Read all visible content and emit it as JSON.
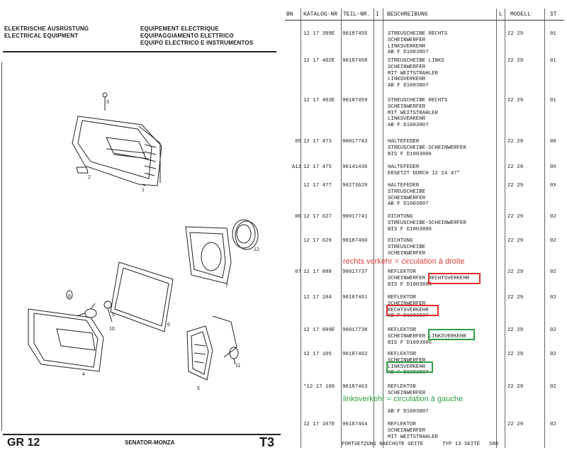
{
  "header": {
    "left_lines": [
      "ELEKTRISCHE AUSRÜSTUNG",
      "ELECTRICAL EQUIPMENT"
    ],
    "right_lines": [
      "EQUIPEMENT ELECTRIQUE",
      "EQUIPAGGIAMENTO ELETTRICO",
      "EQUIPO ELECTRICO E INSTRUMENTOS"
    ]
  },
  "drawing": {
    "callouts": [
      "1",
      "2",
      "3",
      "4",
      "5",
      "6",
      "7",
      "8",
      "9",
      "10",
      "11",
      "12"
    ]
  },
  "footer": {
    "group": "GR 12",
    "model": "SENATOR-MONZA",
    "page": "T3",
    "continued": "FORTSETZUNG NAECHSTE SEITE",
    "typ": "TYP 13 SEITE",
    "seite_num": "580"
  },
  "table": {
    "columns": {
      "bn": "BN",
      "katalog": "KATALOG-NR",
      "teil": "TEIL-NR.",
      "i": "I",
      "desc": "BESCHREIBUNG",
      "l": "L",
      "modell": "MODELL",
      "st": "ST"
    },
    "rows": [
      {
        "bn": "",
        "kat": "12 17 399E",
        "teil": "90187455",
        "desc": [
          "STREUSCHEIBE RECHTS",
          "SCHEINWERFER",
          "LINKSVERKEHR",
          "AB F D1003807"
        ],
        "mod": "22 29",
        "st": "01"
      },
      {
        "bn": "",
        "kat": "12 17 402E",
        "teil": "90187458",
        "desc": [
          "STREUSCHEIBE LINKS",
          "SCHEINWERFER",
          "MIT WEITSTRAHLER",
          "LINKSVERKEHR",
          "AB F D1003807"
        ],
        "mod": "22 29",
        "st": "01"
      },
      {
        "bn": "",
        "kat": "12 17 403E",
        "teil": "90187459",
        "desc": [
          "STREUSCHEIBE RECHTS",
          "SCHEINWERFER",
          "MIT WEITSTRAHLER",
          "LINKSVERKEHR",
          "AB F D1003807"
        ],
        "mod": "22 29",
        "st": "01"
      },
      {
        "bn": "05",
        "kat": "12 17 473",
        "teil": "90017743",
        "desc": [
          "HALTEFEDER",
          "STREUSCHEIBE-SCHEINWERFER",
          "BIS F D1003806"
        ],
        "mod": "22 29",
        "st": "06"
      },
      {
        "bn": "A12",
        "kat": "12 17 475",
        "teil": "90141436",
        "desc": [
          "HALTEFEDER",
          "ERSETZT DURCH 12 14 47\""
        ],
        "mod": "22 29",
        "st": "0X"
      },
      {
        "bn": "",
        "kat": "12 17 477",
        "teil": "90273629",
        "desc": [
          "HALTEFEDER",
          "STREUSCHEIBE",
          "SCHEINWERFER",
          "AB F D1003807"
        ],
        "mod": "22 29",
        "st": "0X"
      },
      {
        "bn": "06",
        "kat": "12 17 627",
        "teil": "90017741",
        "desc": [
          "DICHTUNG",
          "STREUSCHEIBE-SCHEINWERFER",
          "BIS F D1003806"
        ],
        "mod": "22 29",
        "st": "02"
      },
      {
        "bn": "",
        "kat": "12 17 629",
        "teil": "90187460",
        "desc": [
          "DICHTUNG",
          "STREUSCHEIBE",
          "SCHEINWERFER"
        ],
        "mod": "22 29",
        "st": "02"
      },
      {
        "bn": "07",
        "kat": "12 17 098",
        "teil": "90017737",
        "desc": [
          "REFLEKTOR",
          "SCHEINWERFER RECHTSVERKEHR",
          "BIS F D1003806"
        ],
        "mod": "22 29",
        "st": "02"
      },
      {
        "bn": "",
        "kat": "12 17 104",
        "teil": "90187461",
        "desc": [
          "REFLEKTOR",
          "SCHEINWERFER",
          "RECHTSVERKEHR",
          "AB F D1003807"
        ],
        "mod": "22 29",
        "st": "02"
      },
      {
        "bn": "",
        "kat": "12 17 099E",
        "teil": "90017738",
        "desc": [
          "REFLEKTOR",
          "SCHEINWERFER LINKSVERKEHR",
          "BIS F D1003806"
        ],
        "mod": "22 29",
        "st": "02"
      },
      {
        "bn": "",
        "kat": "12 17 105",
        "teil": "90187462",
        "desc": [
          "REFLEKTOR",
          "SCHEINWERFER",
          "LINKSVERKEHR",
          "AB F D1003807"
        ],
        "mod": "22 29",
        "st": "02"
      },
      {
        "bn": "",
        "kat": "*12 17 106",
        "teil": "90187463",
        "desc": [
          "REFLEKTOR",
          "SCHEINWERFER",
          "",
          "",
          "AB F D1003807"
        ],
        "mod": "22 29",
        "st": "02"
      },
      {
        "bn": "",
        "kat": "12 17 107E",
        "teil": "90187464",
        "desc": [
          "REFLEKTOR",
          "SCHEINWERFER",
          "MIT WEITSTRAHLER"
        ],
        "mod": "22 29",
        "st": "02"
      }
    ]
  },
  "annotations": {
    "rechts": "rechts verkehr = circulation à droite",
    "links": "linksverkehr = circulation à gauche"
  },
  "colors": {
    "rechts": "#e02a2a",
    "links": "#2ea043"
  }
}
